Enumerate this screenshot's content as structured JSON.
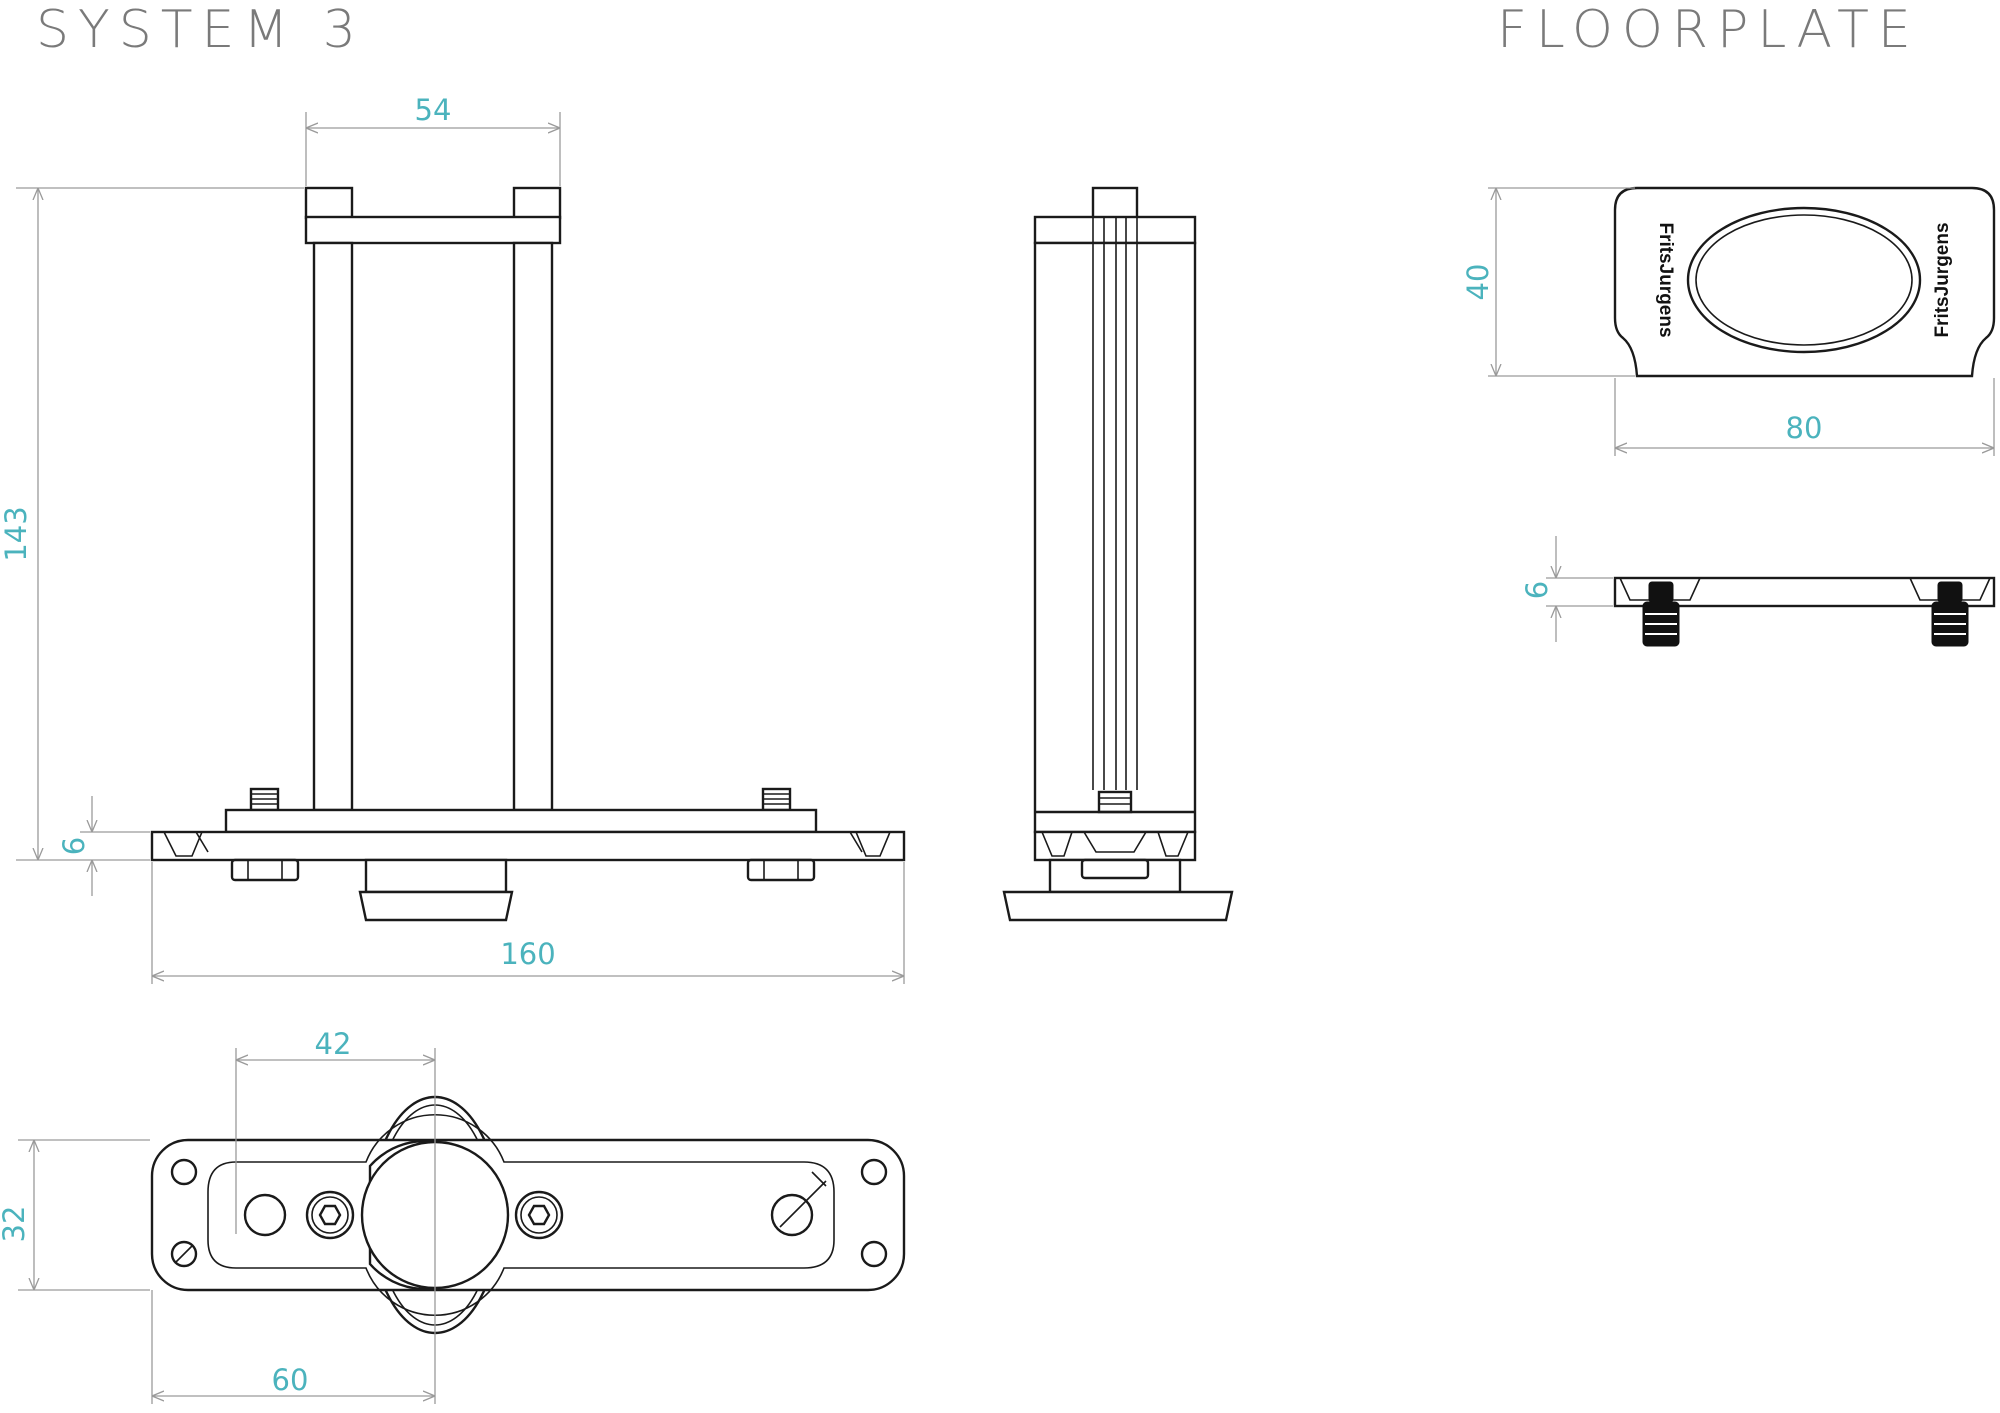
{
  "titles": {
    "left": "SYSTEM 3",
    "right": "FLOORPLATE"
  },
  "brand": "FritsJurgens",
  "colors": {
    "dimension_text": "#4bb3bd",
    "dimension_line": "#9a9a9a",
    "outline": "#1a1a1a",
    "title": "#7a7a7a"
  },
  "dimensions": {
    "front_width_top": "54",
    "front_height": "143",
    "front_plate_thickness": "6",
    "front_plate_length": "160",
    "bottom_hole_spacing": "42",
    "bottom_plate_width": "32",
    "bottom_pivot_offset": "60",
    "floorplate_depth": "40",
    "floorplate_width": "80",
    "floorplate_thickness": "6"
  }
}
